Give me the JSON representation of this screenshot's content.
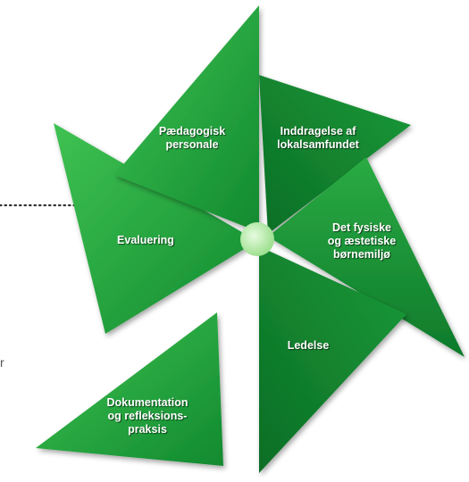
{
  "diagram": {
    "blades": [
      {
        "id": "paedagogisk",
        "label": "Pædagogisk\npersonale"
      },
      {
        "id": "inddragelse",
        "label": "Inddragelse af\nlokalsamfundet"
      },
      {
        "id": "fysiske",
        "label": "Det fysiske\nog æstetiske\nbørnemiljø"
      },
      {
        "id": "ledelse",
        "label": "Ledelse"
      },
      {
        "id": "dokumentation",
        "label": "Dokumentation\nog refleksions-\npraksis"
      },
      {
        "id": "evaluering",
        "label": "Evaluering"
      }
    ],
    "edge_fragment": "r"
  },
  "colors": {
    "blade_light": "#2fb246",
    "blade_dark": "#0f7a2b",
    "hub": "#bff0b4",
    "dots": "#333333"
  }
}
